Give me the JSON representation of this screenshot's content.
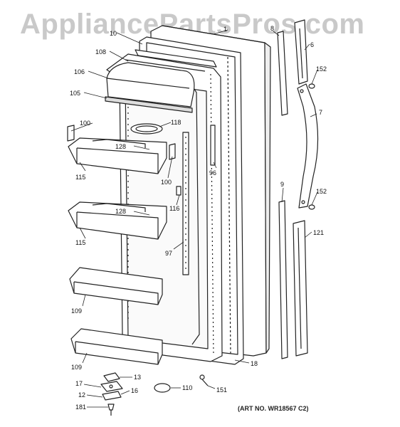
{
  "watermark": "AppliancePartsPros.com",
  "art_number": "(ART NO. WR18567 C2)",
  "part_labels": {
    "p1": "1",
    "p6": "6",
    "p7": "7",
    "p8": "8",
    "p9": "9",
    "p10": "10",
    "p12": "12",
    "p13": "13",
    "p16": "16",
    "p17": "17",
    "p18": "18",
    "p96": "96",
    "p97": "97",
    "p100a": "100",
    "p100b": "100",
    "p105": "105",
    "p106": "106",
    "p108": "108",
    "p109a": "109",
    "p109b": "109",
    "p110": "110",
    "p115a": "115",
    "p115b": "115",
    "p116": "116",
    "p118": "118",
    "p121": "121",
    "p128a": "128",
    "p128b": "128",
    "p151": "151",
    "p152a": "152",
    "p152b": "152",
    "p181": "181"
  }
}
